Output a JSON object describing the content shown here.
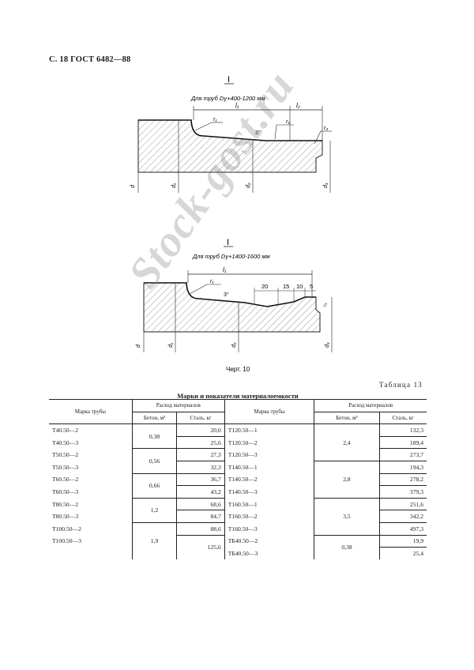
{
  "header": {
    "text": "С. 18 ГОСТ 6482—88"
  },
  "drawing_1": {
    "roman": "I",
    "subtitle": "Для труб Dy+400-1200 мм",
    "dims": {
      "l1": "l₁",
      "l2": "l₂",
      "r1": "r₁",
      "r2": "r₂",
      "r3": "r₃",
      "angle": "3°"
    },
    "diam": [
      "d",
      "d₁",
      "d₂",
      "d₃"
    ]
  },
  "drawing_2": {
    "roman": "I",
    "subtitle": "Для труб Dy+1400-1600 мм",
    "dims": {
      "l1": "l₁",
      "r1": "r₁",
      "angle": "3°",
      "d20": "20",
      "d15": "15",
      "d10": "10",
      "d5": "5",
      "r5": "r₅"
    },
    "diam": [
      "d",
      "d₁",
      "d₂",
      "d₃"
    ]
  },
  "caption": "Черт. 10",
  "watermark": "Stock-gost.ru",
  "table": {
    "label": "Таблица 13",
    "title": "Марки и показатели материалоемкости",
    "headers": {
      "mark": "Марка трубы",
      "consumption": "Расход материалов",
      "concrete": "Бетон, м³",
      "steel": "Сталь, кг"
    },
    "left": [
      {
        "mark": "Т40.50—2",
        "steel": "20,0"
      },
      {
        "mark": "Т40.50—3",
        "steel": "25,6"
      },
      {
        "mark": "Т50.50—2",
        "steel": "27,3"
      },
      {
        "mark": "Т50.50—3",
        "steel": "32,3"
      },
      {
        "mark": "Т60.50—2",
        "steel": "36,7"
      },
      {
        "mark": "Т60.50—3",
        "steel": "43,2"
      },
      {
        "mark": "Т80.50—2",
        "steel": "68,6"
      },
      {
        "mark": "Т80.50—3",
        "steel": "84,7"
      },
      {
        "mark": "Т100.50—2",
        "steel": "88,6"
      },
      {
        "mark": "Т100.50—3",
        "steel": "125,6"
      }
    ],
    "left_concrete": [
      "0,38",
      "0,56",
      "0,66",
      "1,2",
      "1,9"
    ],
    "right": [
      {
        "mark": "Т120.50—1",
        "steel": "132,3"
      },
      {
        "mark": "Т120.50—2",
        "steel": "189,4"
      },
      {
        "mark": "Т120.50—3",
        "steel": "273,7"
      },
      {
        "mark": "Т140.50—1",
        "steel": "194,3"
      },
      {
        "mark": "Т140.50—2",
        "steel": "278,2"
      },
      {
        "mark": "Т140.50—3",
        "steel": "379,3"
      },
      {
        "mark": "Т160.50—1",
        "steel": "251,6"
      },
      {
        "mark": "Т160.50—2",
        "steel": "342,2"
      },
      {
        "mark": "Т160.50—3",
        "steel": "497,3"
      },
      {
        "mark": "ТБ40.50—2",
        "steel": "19,9"
      },
      {
        "mark": "ТБ40.50—3",
        "steel": "25,4"
      }
    ],
    "right_concrete": [
      "2,4",
      "2,8",
      "3,5",
      "0,38"
    ]
  }
}
